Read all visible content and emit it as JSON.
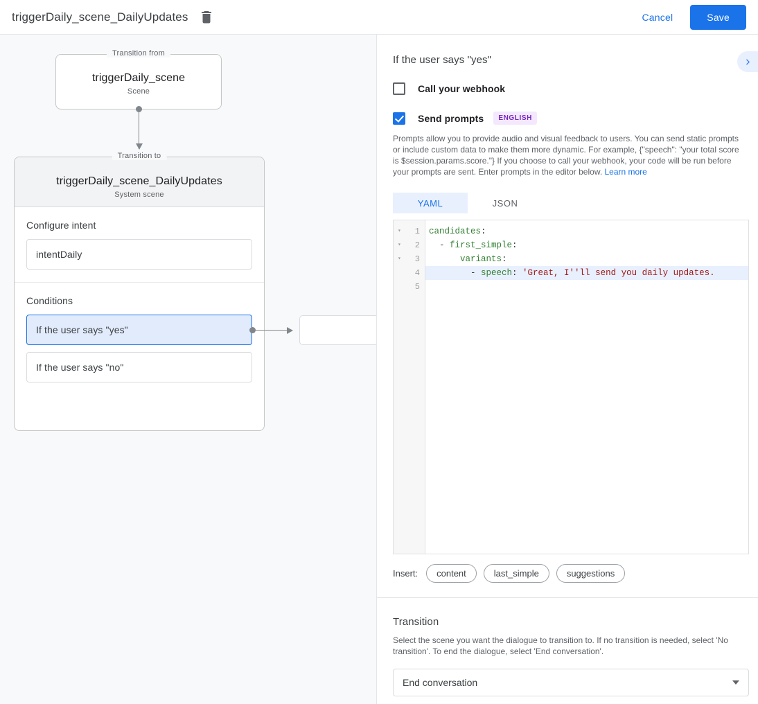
{
  "topbar": {
    "title": "triggerDaily_scene_DailyUpdates",
    "delete_icon": "trash-icon",
    "cancel_label": "Cancel",
    "save_label": "Save"
  },
  "canvas": {
    "from_group": {
      "legend": "Transition from",
      "title": "triggerDaily_scene",
      "subtitle": "Scene"
    },
    "to_group": {
      "legend": "Transition to",
      "title": "triggerDaily_scene_DailyUpdates",
      "subtitle": "System scene"
    },
    "intent_section": {
      "label": "Configure intent",
      "value": "intentDaily"
    },
    "conditions_section": {
      "label": "Conditions",
      "items": [
        {
          "label": "If the user says \"yes\"",
          "selected": true
        },
        {
          "label": "If the user says \"no\"",
          "selected": false
        }
      ]
    }
  },
  "panel": {
    "title": "If the user says \"yes\"",
    "collapse_icon": "chevron-right-icon",
    "webhook": {
      "label": "Call your webhook",
      "checked": false
    },
    "prompts": {
      "label": "Send prompts",
      "checked": true,
      "language_badge": "ENGLISH",
      "help_text": "Prompts allow you to provide audio and visual feedback to users. You can send static prompts or include custom data to make them more dynamic. For example, {\"speech\": \"your total score is $session.params.score.\"} If you choose to call your webhook, your code will be run before your prompts are sent. Enter prompts in the editor below. ",
      "help_link": "Learn more"
    },
    "editor": {
      "tabs": [
        {
          "label": "YAML",
          "active": true
        },
        {
          "label": "JSON",
          "active": false
        }
      ],
      "lines": [
        {
          "number": "1",
          "fold": "▾",
          "highlighted": false,
          "text": "candidates:",
          "tokens": [
            {
              "t": "candidates",
              "c": "tok-key"
            },
            {
              "t": ":",
              "c": "tok-plain"
            }
          ]
        },
        {
          "number": "2",
          "fold": "▾",
          "highlighted": false,
          "text": "  - first_simple:",
          "tokens": [
            {
              "t": "  - ",
              "c": "tok-plain"
            },
            {
              "t": "first_simple",
              "c": "tok-key"
            },
            {
              "t": ":",
              "c": "tok-plain"
            }
          ]
        },
        {
          "number": "3",
          "fold": "▾",
          "highlighted": false,
          "text": "      variants:",
          "tokens": [
            {
              "t": "      ",
              "c": "tok-plain"
            },
            {
              "t": "variants",
              "c": "tok-key"
            },
            {
              "t": ":",
              "c": "tok-plain"
            }
          ]
        },
        {
          "number": "4",
          "fold": "",
          "highlighted": true,
          "text": "        - speech: 'Great, I''ll send you daily updates.",
          "tokens": [
            {
              "t": "        - ",
              "c": "tok-plain"
            },
            {
              "t": "speech",
              "c": "tok-key"
            },
            {
              "t": ": ",
              "c": "tok-plain"
            },
            {
              "t": "'Great, I''ll send you daily updates.",
              "c": "tok-str"
            }
          ]
        },
        {
          "number": "5",
          "fold": "",
          "highlighted": false,
          "text": "",
          "tokens": []
        }
      ],
      "insert_label": "Insert:",
      "insert_chips": [
        "content",
        "last_simple",
        "suggestions"
      ]
    },
    "transition": {
      "heading": "Transition",
      "description": "Select the scene you want the dialogue to transition to. If no transition is needed, select 'No transition'. To end the dialogue, select 'End conversation'.",
      "selected_value": "End conversation"
    }
  },
  "colors": {
    "accent": "#1a73e8",
    "selected_bg": "#e1ebfb",
    "badge_bg": "#f3e8fd",
    "badge_fg": "#7627bb",
    "canvas_bg": "#f8f9fa"
  }
}
